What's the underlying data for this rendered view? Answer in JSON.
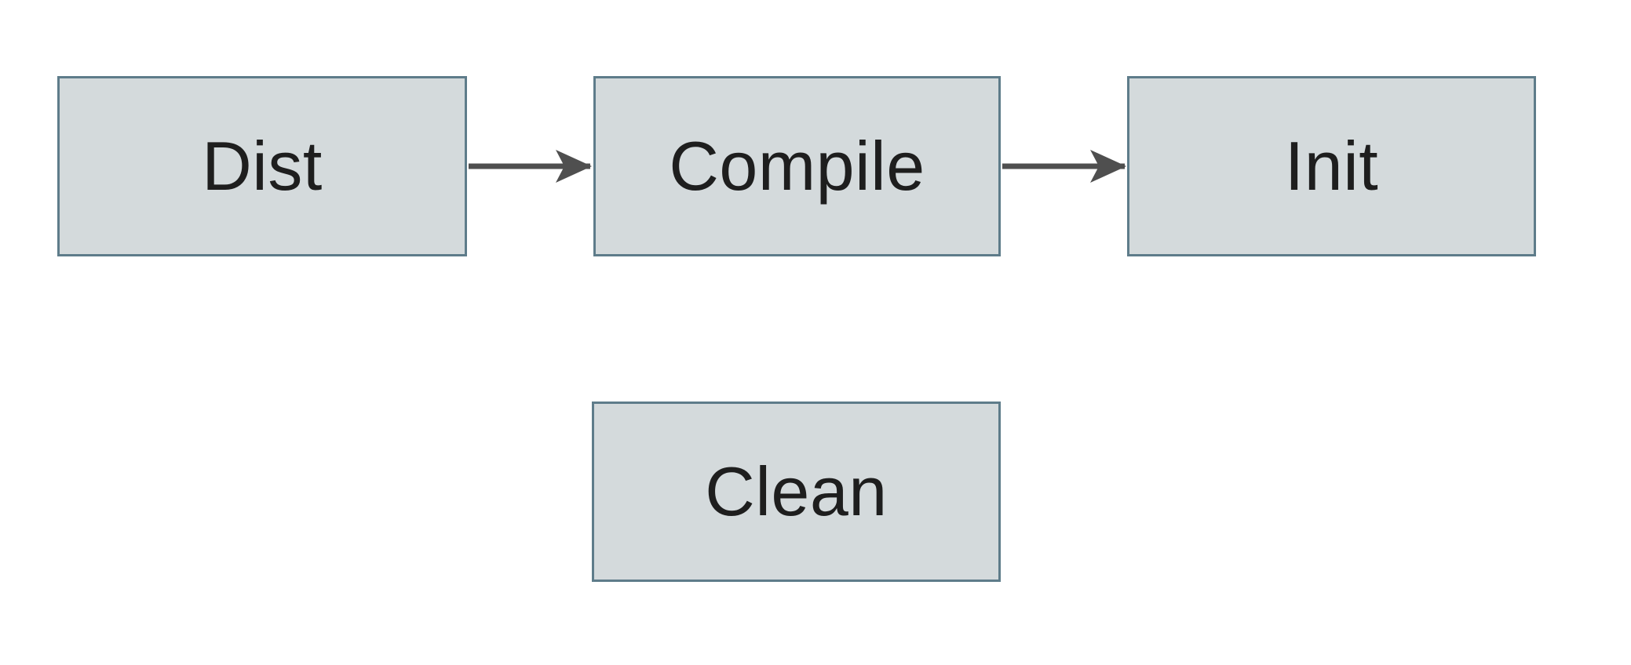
{
  "diagram": {
    "nodes": [
      {
        "id": "dist",
        "label": "Dist"
      },
      {
        "id": "compile",
        "label": "Compile"
      },
      {
        "id": "init",
        "label": "Init"
      },
      {
        "id": "clean",
        "label": "Clean"
      }
    ],
    "edges": [
      {
        "from": "dist",
        "to": "compile"
      },
      {
        "from": "compile",
        "to": "init"
      }
    ],
    "colors": {
      "node_fill": "#d4dadc",
      "node_border": "#5e7c8a",
      "arrow": "#4f4f4f",
      "label_text": "#1e1e1e",
      "background": "#ffffff"
    }
  }
}
